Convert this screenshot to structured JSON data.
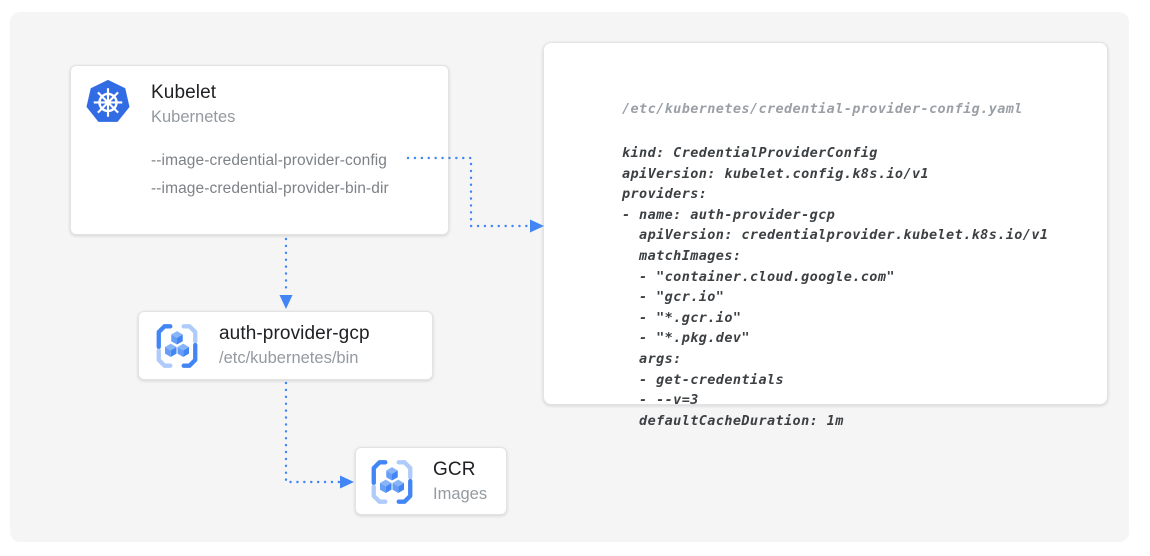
{
  "colors": {
    "arrow_blue": "#4285f4",
    "kubernetes_icon_blue": "#326ce5",
    "icon_light_blue": "#aecbfa",
    "icon_mid_blue": "#669df6",
    "icon_top_face_blue": "#8ab4f8",
    "canvas_background": "#f5f5f6",
    "card_background": "#ffffff",
    "muted_text_gray": "#7d8287",
    "code_text": "#3c4043",
    "code_filename_text": "#9aa0a6"
  },
  "kubelet_card": {
    "icon": "kubernetes-helm-icon",
    "title": "Kubelet",
    "subtitle": "Kubernetes",
    "flags": [
      "--image-credential-provider-config",
      "--image-credential-provider-bin-dir"
    ]
  },
  "auth_provider_card": {
    "icon": "gcr-cubes-icon",
    "title": "auth-provider-gcp",
    "subtitle": "/etc/kubernetes/bin"
  },
  "gcr_card": {
    "icon": "gcr-cubes-icon",
    "title": "GCR",
    "subtitle": "Images"
  },
  "config_panel": {
    "filename": "/etc/kubernetes/credential-provider-config.yaml",
    "code": "kind: CredentialProviderConfig\napiVersion: kubelet.config.k8s.io/v1\nproviders:\n- name: auth-provider-gcp\n  apiVersion: credentialprovider.kubelet.k8s.io/v1\n  matchImages:\n  - \"container.cloud.google.com\"\n  - \"gcr.io\"\n  - \"*.gcr.io\"\n  - \"*.pkg.dev\"\n  args:\n  - get-credentials\n  - --v=3\n  defaultCacheDuration: 1m"
  }
}
